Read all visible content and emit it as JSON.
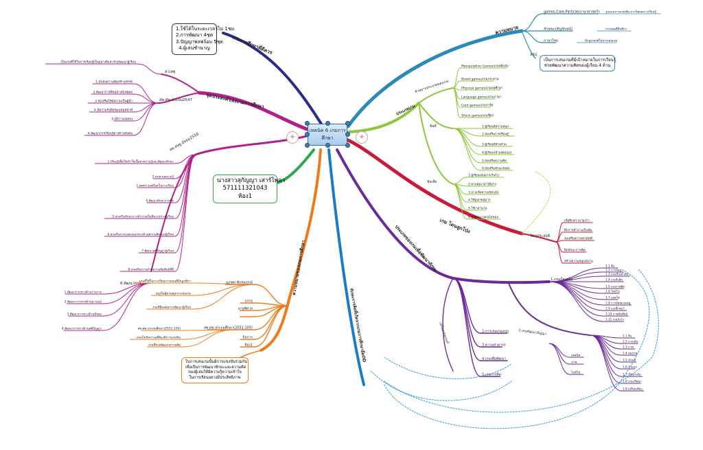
{
  "center": {
    "label": "เทคนิค 6 เกมการศึกษา"
  },
  "colors": {
    "navy": "#2a2a8c",
    "magenta": "#b0208a",
    "green": "#2aa84a",
    "orange": "#f07a1a",
    "blue": "#1a7cc8",
    "purple": "#6a2a9a",
    "crimson": "#c81a3a",
    "lime": "#8ac83a",
    "skyblue": "#2a9ad8",
    "teal": "#2a8ab8"
  },
  "branches": {
    "navy_main": "เกมการศึกษาที่ดีควร",
    "magenta_main": "จุดประสงค์ของเกมการศึกษา",
    "magenta_sub1": "สาเหตุ",
    "magenta_sub2": "สพ.ศพ.ประถม2547",
    "magenta_sub3": "สพ.สพฐ.มัธยม2550",
    "magenta_sub4": "6.พัฒนาการ",
    "orange_main": "ความหมายของเกมการศึกษา",
    "blue_main": "ทักษะการคิดที่เกิดจากเกมการศึกษาอ๊ดOD",
    "purple_main": "ประเภทของเกมเพื่อพัฒนาทักษะ",
    "crimson_main": "เกม โดนลูกโป่ง",
    "teal_main": "ความหมาย",
    "lime_main": "ประเภทเกม",
    "lime_sub1": "ตัวอย่างประเภทของเกม",
    "lime_sub2": "ข้อดี",
    "lime_sub3": "ข้อเสีย",
    "crimson_sub": "วัตถุประสงค์"
  },
  "notes": {
    "top_box": [
      "1.ใช้ได้ในระยะเวลาไม่ 1ชม",
      "2.การพัฒนา 4ชุด",
      "3.ปัญญาพลพร้อม 5ชุด",
      "4.ผู้เล่นชำนาญ"
    ],
    "student_box": [
      "นางสาวสุกัญญา เสาร์โพลา",
      "571111321043",
      "ห้อง1"
    ],
    "teal_box": [
      "เป็นการเล่นเกมที่มีเป้าหมายในการเรียนรู้",
      "ช่วยพัฒนาความคิดของผู้เรียน 4 ด้าน"
    ],
    "orange_box": [
      "ในการเล่นเกมนั้นมีการแข่งขันร่วมกัน",
      "เพื่อเป็นการพัฒนาทักษะและความคิด",
      "ของผู้เล่นให้มีความรู้ความเข้าใจ",
      "ในการเรียนอย่างมีประสิทธิภาพ"
    ]
  },
  "leaves": {
    "navy": [],
    "magenta_sub1": [
      "เป็นเกมที่ใช้ในการเรียนรู้เป็นอย่างดีและช่วยพัฒนาผู้เรียน"
    ],
    "magenta_sub2": [
      "1.มีพลังความคิดสร้างสรรค์",
      "2.พัฒนาการคิดอย่างมีเหตุผล",
      "3.ส่งเสริมให้มีความเป็นผู้นำ",
      "4.มีความรับผิดชอบต่อหน้าที่",
      "5.มีความอดทน",
      "6.พัฒนาการเรียนรู้ทางด้านสังคม"
    ],
    "magenta_sub3": [
      "1.เรียนรู้เพื่อให้เข้าใจเนื้อหาความรู้และพัฒนาทักษะ",
      "2.ทบทวนความรู้",
      "3.ลดความเครียดในการเรียน",
      "4.พัฒนาทักษะการคิด",
      "5.ส่งเสริมทักษะการทำงานเป็นทีมระหว่างผู้เรียน",
      "6.ส่งเสริมการแสดงออกทางด้านความคิดของผู้เรียน",
      "7.พัฒนาสติปัญญาผู้เรียน",
      "8.ส่งเสริมการสร้างความสัมพันธ์ที่ดี"
    ],
    "magenta_sub4": [
      "1.พัฒนาการทางด้านร่างกาย",
      "2.พัฒนาการทางด้านอารมณ์",
      "3.พัฒนาการทางด้านสังคม",
      "4.พัฒนาการทางด้านสติปัญญา"
    ],
    "orange": [
      "เกมที่ใช้ในการเรียนการสอนที่มีกฎกติกา",
      "ครูเป็นผู้ควบคุมการเล่นเกม",
      "การนำเกมมาใช้",
      "เกมที่มีผลต่อการพัฒนาผู้เรียน",
      "สพ.ศพ.ประถมศึกษา(2551:105)",
      "เกมเป็นกิจกรรมที่ต้องมีการแข่งขัน",
      "ห้อง1",
      "เกมที่ช่วยพัฒนาความคิด"
    ],
    "orange_tags": [
      "เอกพล ฟักสมบูรณ์",
      "บรรจุ",
      "นายพิศาล",
      "",
      "สพ.ศพ.ประถมศึกษา(2551:105)",
      "กิจการ",
      "ห้อง1",
      "สรุป"
    ],
    "teal": [
      "รูปแบบการแข่งขัน การวัดผลการเรียนรู้",
      "การเล่นที่มีกติกา",
      "มีกฎเกณฑ์ในการเล่นเกม"
    ],
    "teal_sub": [
      "games,Care,Particle(ภาษาศาสตร์)",
      "ลักษณะ(สัญลักษณ์)",
      "ภาษาไทย"
    ],
    "lime1": [
      "Manipulative Games/เกมหยิบจับ",
      "Board games/เกมกระดาน",
      "Physical games/เกมพลศึกษา",
      "Language games/เกมภาษา",
      "Card games/เกมการ์ด",
      "Shock games/เกมช็อก"
    ],
    "lime2": [
      "1.ผู้เรียนมีความสนุก",
      "2.ส่งเสริมการเรียนรู้",
      "3.ผู้เรียนมีส่วนร่วม",
      "4.ผู้เรียนกล้าแสดงออก",
      "5.ส่งเสริมความคิด",
      "6.ส่งเสริมทักษะสังคม"
    ],
    "lime3": [
      "1.ผู้เรียนเล่นมากเกินไป",
      "2.ควบคุมเวลาได้ยาก",
      "3.อาจเกิดความขัดแย้ง",
      "4.ใช้อุปกรณ์มาก",
      "5.ใช้เวลานาน",
      "6.ผู้เรียนบางคนไม่ชอบ"
    ],
    "crimson": [
      "เพื่อฝึกความว่องไว",
      "ฝึกการทำงานเป็นทีม",
      "ส่งเสริมความสามัคคี",
      "ฝึกทักษะการคิด",
      "สร้างความสนุกสนาน"
    ],
    "purple_a": [
      "เครื่องเล่นเกมส์",
      "2.เกมคอมพิวเตอร์",
      "3.เกมไพ่",
      "4.เกมบัตรคำ",
      "5.เกมบอร์ด"
    ],
    "purple_b": [
      "1.เกมเบ็ดเตล็ด",
      "2.เกมพัฒนาปัญญา"
    ],
    "purple_c": [
      "1.1 สื่อ",
      "1.2 การจับคู่",
      "1.3 เกมเรียงลำดับ",
      "1.4 เกมจับผิด",
      "1.5 เกมภาพตัด",
      "1.6 โดมิโน",
      "1.7 ลอตโต",
      "1.8 การจัดหมวดหมู่",
      "1.9 เกมจิ๊กซอว์",
      "1.10 ภาพสัมพันธ์",
      "1.11 เกมบิงโก"
    ],
    "purple_d": [
      "1.1 สื่อ",
      "1.2 ลากเส้น",
      "1.3 ภาพ",
      "1.4 ต่อภาพ",
      "1.5 สังเกต",
      "1.6 จำแนก",
      "1.7 เรียงลำดับ",
      "1.8 เกมปริศนา",
      "1.9 เปรียบเทียบ"
    ]
  }
}
